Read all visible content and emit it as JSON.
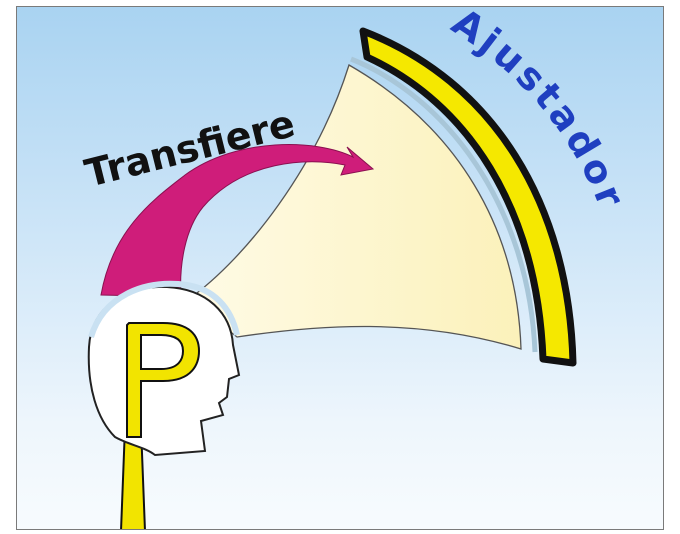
{
  "diagram": {
    "transfer_label": "Transfiere",
    "adjuster_label": "Ajustador",
    "person_letter": "P",
    "colors": {
      "beam": "#fdf6c4",
      "arrow": "#cf1d7a",
      "adjuster_bar": "#f5e800",
      "adjuster_text": "#1f3fc0",
      "pole": "#f2e400"
    }
  }
}
